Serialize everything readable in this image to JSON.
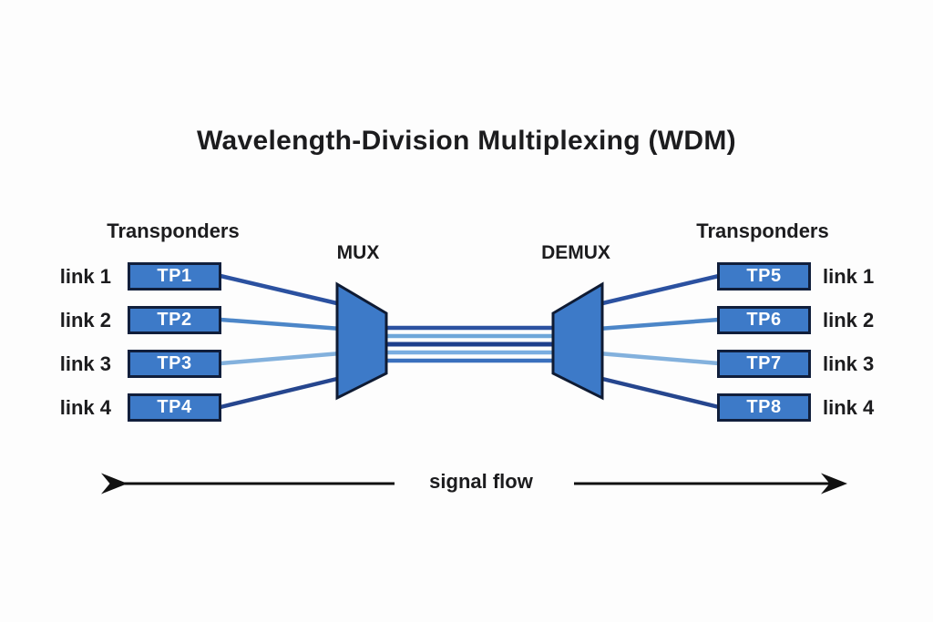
{
  "title": "Wavelength-Division Multiplexing (WDM)",
  "left_panel": {
    "heading": "Transponders",
    "rows": [
      {
        "tp": "TP1",
        "link": "link 1"
      },
      {
        "tp": "TP2",
        "link": "link 2"
      },
      {
        "tp": "TP3",
        "link": "link 3"
      },
      {
        "tp": "TP4",
        "link": "link 4"
      }
    ]
  },
  "right_panel": {
    "heading": "Transponders",
    "rows": [
      {
        "tp": "TP5",
        "link": "link 1"
      },
      {
        "tp": "TP6",
        "link": "link 2"
      },
      {
        "tp": "TP7",
        "link": "link 3"
      },
      {
        "tp": "TP8",
        "link": "link 4"
      }
    ]
  },
  "mux_label": "MUX",
  "demux_label": "DEMUX",
  "signal_flow_label": "signal flow",
  "colors": {
    "background": "#fdfdfd",
    "text": "#1c1c1e",
    "box_fill": "#3d7ac8",
    "box_border": "#111f3c",
    "shape_fill": "#3d7ac8",
    "shape_border": "#0f1b33",
    "arrow": "#111111",
    "link_lines": [
      "#2b51a0",
      "#4c86c8",
      "#83b1dd",
      "#26468e"
    ],
    "fiber_lines": [
      "#2b51a0",
      "#6fa7d9",
      "#1d3f8c",
      "#79ade0",
      "#3a70bd"
    ]
  }
}
